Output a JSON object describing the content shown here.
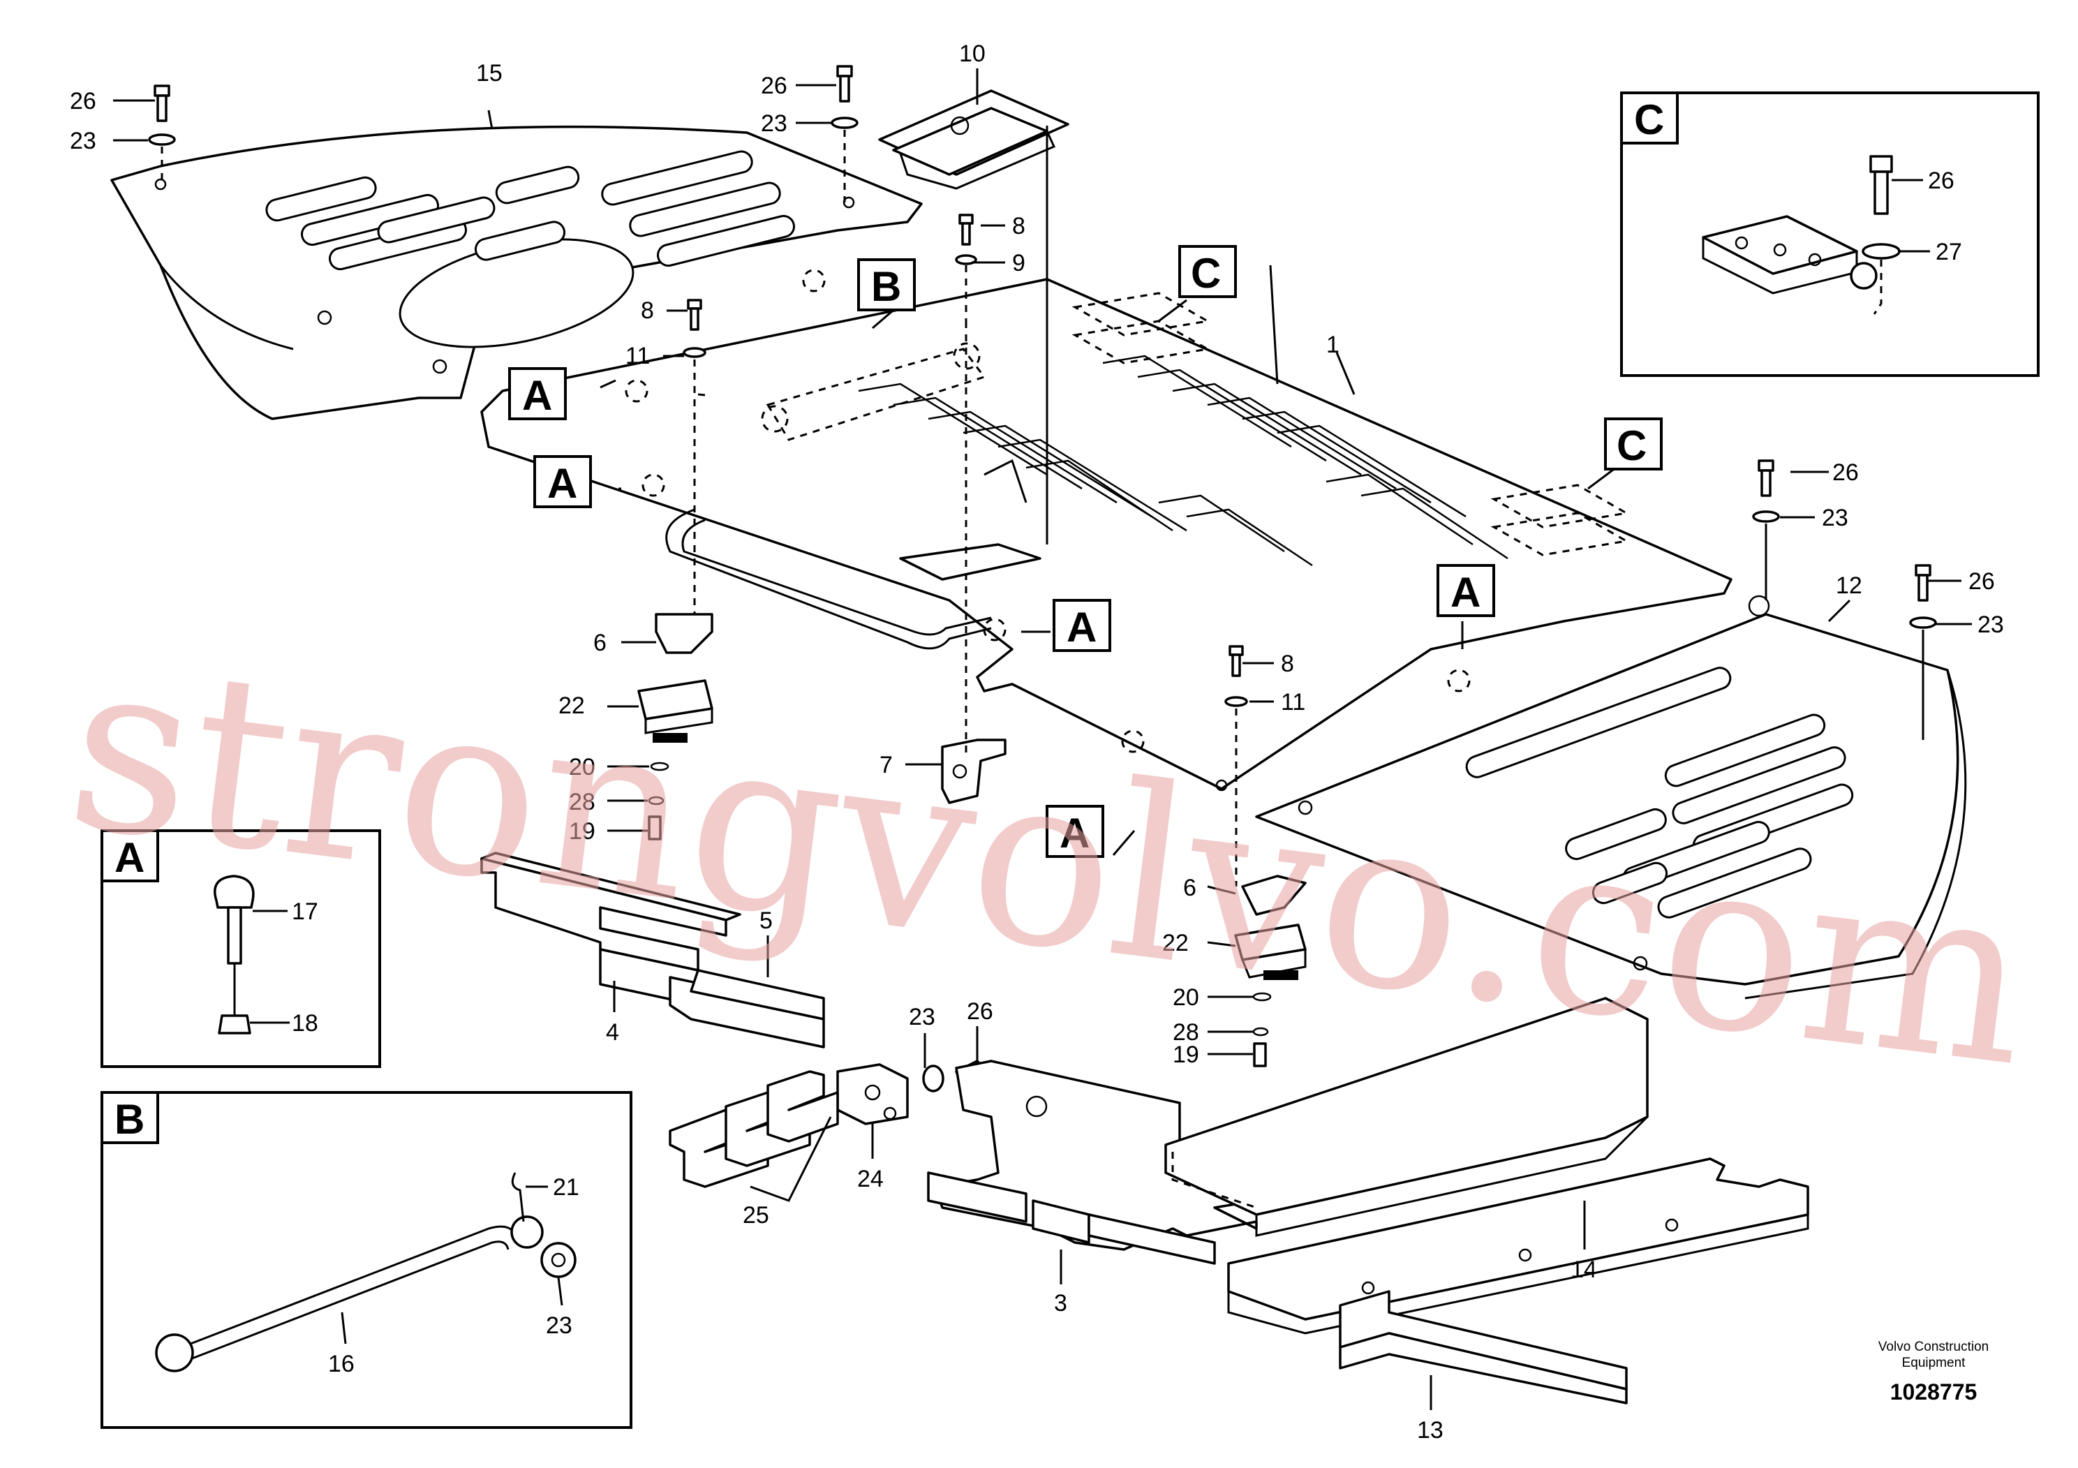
{
  "callouts": [
    {
      "id": "c1",
      "text": "1"
    },
    {
      "id": "c3",
      "text": "3"
    },
    {
      "id": "c4",
      "text": "4"
    },
    {
      "id": "c5",
      "text": "5"
    },
    {
      "id": "c6a",
      "text": "6"
    },
    {
      "id": "c6b",
      "text": "6"
    },
    {
      "id": "c7",
      "text": "7"
    },
    {
      "id": "c8a",
      "text": "8"
    },
    {
      "id": "c8b",
      "text": "8"
    },
    {
      "id": "c8c",
      "text": "8"
    },
    {
      "id": "c9",
      "text": "9"
    },
    {
      "id": "c10",
      "text": "10"
    },
    {
      "id": "c11a",
      "text": "11"
    },
    {
      "id": "c11b",
      "text": "11"
    },
    {
      "id": "c12",
      "text": "12"
    },
    {
      "id": "c13",
      "text": "13"
    },
    {
      "id": "c14",
      "text": "14"
    },
    {
      "id": "c15",
      "text": "15"
    },
    {
      "id": "c16",
      "text": "16"
    },
    {
      "id": "c17",
      "text": "17"
    },
    {
      "id": "c18",
      "text": "18"
    },
    {
      "id": "c19a",
      "text": "19"
    },
    {
      "id": "c19b",
      "text": "19"
    },
    {
      "id": "c20a",
      "text": "20"
    },
    {
      "id": "c20b",
      "text": "20"
    },
    {
      "id": "c21",
      "text": "21"
    },
    {
      "id": "c22a",
      "text": "22"
    },
    {
      "id": "c22b",
      "text": "22"
    },
    {
      "id": "c23a",
      "text": "23"
    },
    {
      "id": "c23b",
      "text": "23"
    },
    {
      "id": "c23c",
      "text": "23"
    },
    {
      "id": "c23d",
      "text": "23"
    },
    {
      "id": "c23e",
      "text": "23"
    },
    {
      "id": "c23f",
      "text": "23"
    },
    {
      "id": "c24",
      "text": "24"
    },
    {
      "id": "c25",
      "text": "25"
    },
    {
      "id": "c26a",
      "text": "26"
    },
    {
      "id": "c26b",
      "text": "26"
    },
    {
      "id": "c26c",
      "text": "26"
    },
    {
      "id": "c26d",
      "text": "26"
    },
    {
      "id": "c26e",
      "text": "26"
    },
    {
      "id": "c27",
      "text": "27"
    },
    {
      "id": "c28a",
      "text": "28"
    },
    {
      "id": "c28b",
      "text": "28"
    }
  ],
  "view_labels": [
    {
      "id": "vA1",
      "text": "A"
    },
    {
      "id": "vA2",
      "text": "A"
    },
    {
      "id": "vA3",
      "text": "A"
    },
    {
      "id": "vA4",
      "text": "A"
    },
    {
      "id": "vA5",
      "text": "A"
    },
    {
      "id": "vB",
      "text": "B"
    },
    {
      "id": "vC1",
      "text": "C"
    },
    {
      "id": "vC2",
      "text": "C"
    }
  ],
  "detail_views": [
    {
      "id": "detail-a",
      "label": "A"
    },
    {
      "id": "detail-b",
      "label": "B"
    },
    {
      "id": "detail-c",
      "label": "C"
    }
  ],
  "footer": {
    "manufacturer_line1": "Volvo Construction",
    "manufacturer_line2": "Equipment",
    "drawing_number": "1028775"
  },
  "watermark": "strongvolvo.com"
}
